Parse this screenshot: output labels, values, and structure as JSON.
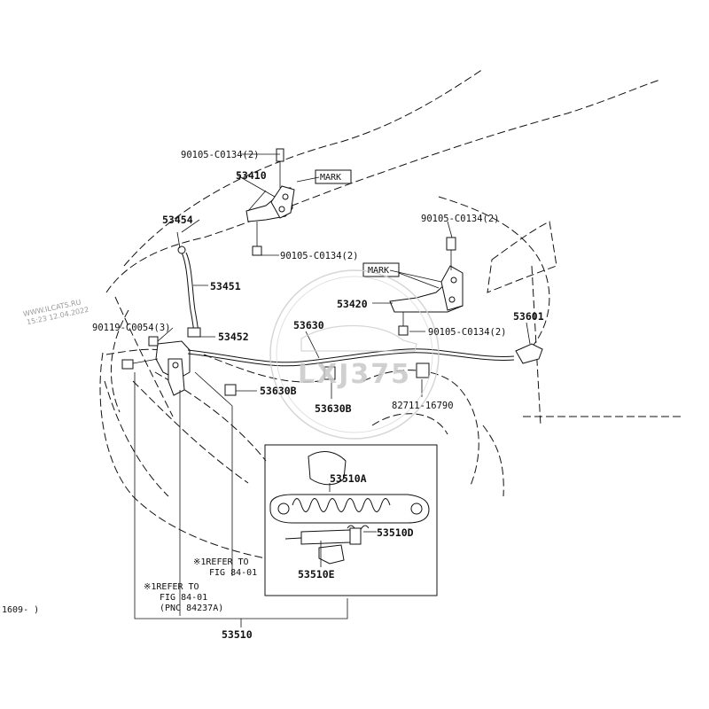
{
  "labels": {
    "bolt_top_left": "90105-C0134(2)",
    "hinge_left": "53410",
    "mark_left": "MARK",
    "rod_support": "53454",
    "bolt_mid_left": "90105-C0134(2)",
    "bolt_top_right": "90105-C0134(2)",
    "mark_right": "MARK",
    "support_rod": "53451",
    "hinge_right": "53420",
    "clip_left": "90119-C0054(3)",
    "rod_holder": "53452",
    "cable_label": "53630",
    "bolt_mid_right": "90105-C0134(2)",
    "release_lever": "53601",
    "clamp_left": "53630B",
    "clamp_right": "53630B",
    "bolt_lower_right": "82711-16790",
    "spring_a": "53510A",
    "spring_d": "53510D",
    "lock_e": "53510E",
    "lock_assembly": "53510"
  },
  "notes": {
    "refer_right_1": "※1REFER TO",
    "refer_right_2": "FIG 84-01",
    "refer_left_1": "※1REFER TO",
    "refer_left_2": "FIG 84-01",
    "refer_left_3": "(PNC 84237A)",
    "footer_date": "1609-      )"
  },
  "watermark": {
    "line1": "WWW.ILCATS.RU",
    "line2": "15:23 12.04.2022",
    "stamp": "LXJ375"
  }
}
